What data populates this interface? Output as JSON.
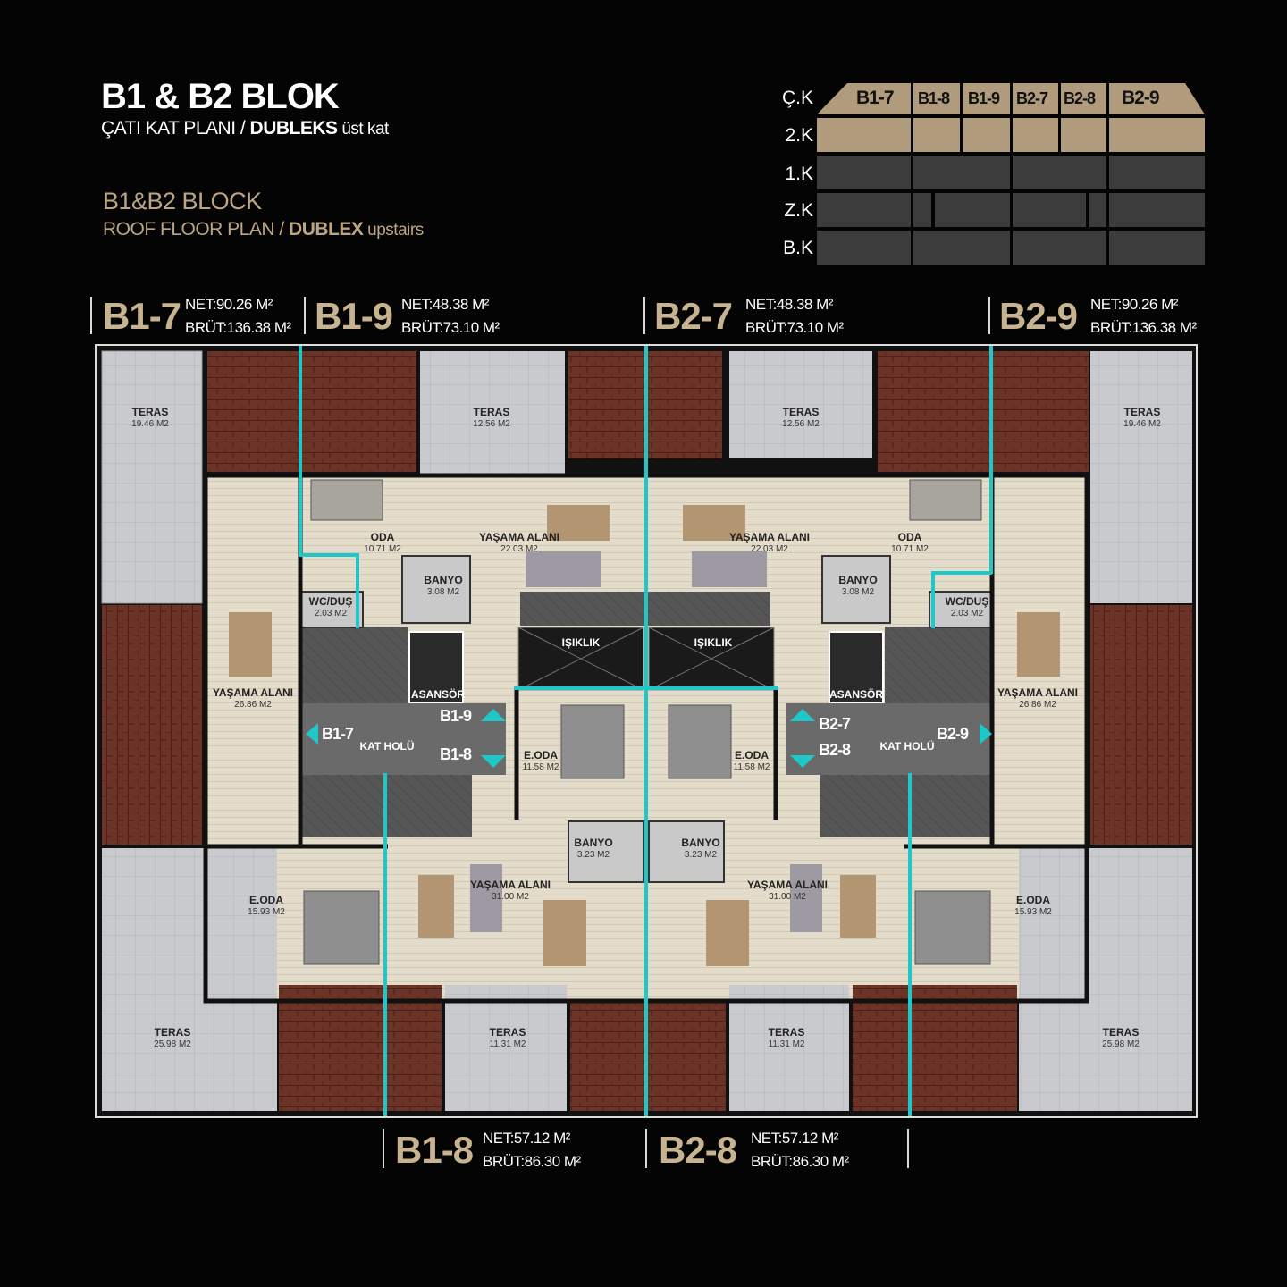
{
  "header": {
    "title_tr": "B1 & B2 BLOK",
    "subtitle_tr_a": "ÇATI KAT PLANI / ",
    "subtitle_tr_b": "DUBLEKS",
    "subtitle_tr_c": " üst kat",
    "title_en": "B1&B2 BLOCK",
    "subtitle_en_a": "ROOF FLOOR PLAN / ",
    "subtitle_en_b": "DUBLEX",
    "subtitle_en_c": " upstairs"
  },
  "floor_table": {
    "floors": [
      "Ç.K",
      "2.K",
      "1.K",
      "Z.K",
      "B.K"
    ],
    "units": [
      "B1-7",
      "B1-8",
      "B1-9",
      "B2-7",
      "B2-8",
      "B2-9"
    ]
  },
  "units_top": [
    {
      "name": "B1-7",
      "net": "NET:90.26 M²",
      "brut": "BRÜT:136.38 M²"
    },
    {
      "name": "B1-9",
      "net": "NET:48.38 M²",
      "brut": "BRÜT:73.10 M²"
    },
    {
      "name": "B2-7",
      "net": "NET:48.38 M²",
      "brut": "BRÜT:73.10 M²"
    },
    {
      "name": "B2-9",
      "net": "NET:90.26 M²",
      "brut": "BRÜT:136.38 M²"
    }
  ],
  "units_bottom": [
    {
      "name": "B1-8",
      "net": "NET:57.12 M²",
      "brut": "BRÜT:86.30 M²"
    },
    {
      "name": "B2-8",
      "net": "NET:57.12 M²",
      "brut": "BRÜT:86.30 M²"
    }
  ],
  "rooms": [
    {
      "label": "TERAS",
      "area": "19.46 M2"
    },
    {
      "label": "TERAS",
      "area": "12.56 M2"
    },
    {
      "label": "TERAS",
      "area": "12.56 M2"
    },
    {
      "label": "TERAS",
      "area": "19.46 M2"
    },
    {
      "label": "ODA",
      "area": "10.71 M2"
    },
    {
      "label": "YAŞAMA ALANI",
      "area": "22.03 M2"
    },
    {
      "label": "YAŞAMA ALANI",
      "area": "22.03 M2"
    },
    {
      "label": "ODA",
      "area": "10.71 M2"
    },
    {
      "label": "BANYO",
      "area": "3.08 M2"
    },
    {
      "label": "BANYO",
      "area": "3.08 M2"
    },
    {
      "label": "WC/DUŞ",
      "area": "2.03 M2"
    },
    {
      "label": "WC/DUŞ",
      "area": "2.03 M2"
    },
    {
      "label": "IŞIKLIK",
      "area": ""
    },
    {
      "label": "IŞIKLIK",
      "area": ""
    },
    {
      "label": "YAŞAMA ALANI",
      "area": "26.86 M2"
    },
    {
      "label": "YAŞAMA ALANI",
      "area": "26.86 M2"
    },
    {
      "label": "ASANSÖR",
      "area": ""
    },
    {
      "label": "ASANSÖR",
      "area": ""
    },
    {
      "label": "KAT HOLÜ",
      "area": ""
    },
    {
      "label": "KAT HOLÜ",
      "area": ""
    },
    {
      "label": "E.ODA",
      "area": "11.58 M2"
    },
    {
      "label": "E.ODA",
      "area": "11.58 M2"
    },
    {
      "label": "BANYO",
      "area": "3.23 M2"
    },
    {
      "label": "BANYO",
      "area": "3.23 M2"
    },
    {
      "label": "E.ODA",
      "area": "15.93 M2"
    },
    {
      "label": "YAŞAMA ALANI",
      "area": "31.00 M2"
    },
    {
      "label": "YAŞAMA ALANI",
      "area": "31.00 M2"
    },
    {
      "label": "E.ODA",
      "area": "15.93 M2"
    },
    {
      "label": "TERAS",
      "area": "25.98 M2"
    },
    {
      "label": "TERAS",
      "area": "11.31 M2"
    },
    {
      "label": "TERAS",
      "area": "11.31 M2"
    },
    {
      "label": "TERAS",
      "area": "25.98 M2"
    }
  ],
  "entrances": [
    "B1-9",
    "B1-7",
    "B1-8",
    "B2-7",
    "B2-9",
    "B2-8"
  ],
  "colors": {
    "accent_gold": "#c8b391",
    "floor_highlight": "#b09c7d",
    "floor_other": "#3a3a3a",
    "divider_cyan": "#1ec8c8",
    "terrace": "#c8c9cc",
    "roof": "#6b3427"
  }
}
